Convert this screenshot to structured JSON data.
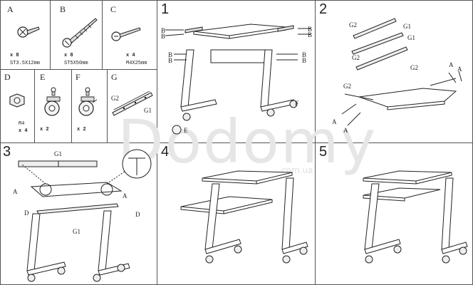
{
  "parts": [
    {
      "letter": "A",
      "qty": "x 8",
      "desc": "ST3.5X12mm"
    },
    {
      "letter": "B",
      "qty": "x 8",
      "desc": "ST5X50mm"
    },
    {
      "letter": "C",
      "qty": "x 4",
      "desc": "M4X25mm"
    },
    {
      "letter": "D",
      "qty": "x 4",
      "desc": "M4"
    },
    {
      "letter": "E",
      "qty": "x 2",
      "desc": ""
    },
    {
      "letter": "F",
      "qty": "x 2",
      "desc": ""
    },
    {
      "letter": "G",
      "qty": "",
      "desc": "",
      "sub_g2": "G2",
      "sub_g1": "G1"
    }
  ],
  "steps": [
    {
      "number": "1",
      "callouts": {
        "b": "B",
        "e": "E",
        "f": "F"
      }
    },
    {
      "number": "2",
      "callouts": {
        "g2": "G2",
        "g1": "G1",
        "a": "A"
      }
    },
    {
      "number": "3",
      "callouts": {
        "g1": "G1",
        "a": "A",
        "d": "D"
      }
    },
    {
      "number": "4"
    },
    {
      "number": "5"
    }
  ],
  "watermark": {
    "brand": "Dodomy",
    "sub": "com.ua"
  }
}
